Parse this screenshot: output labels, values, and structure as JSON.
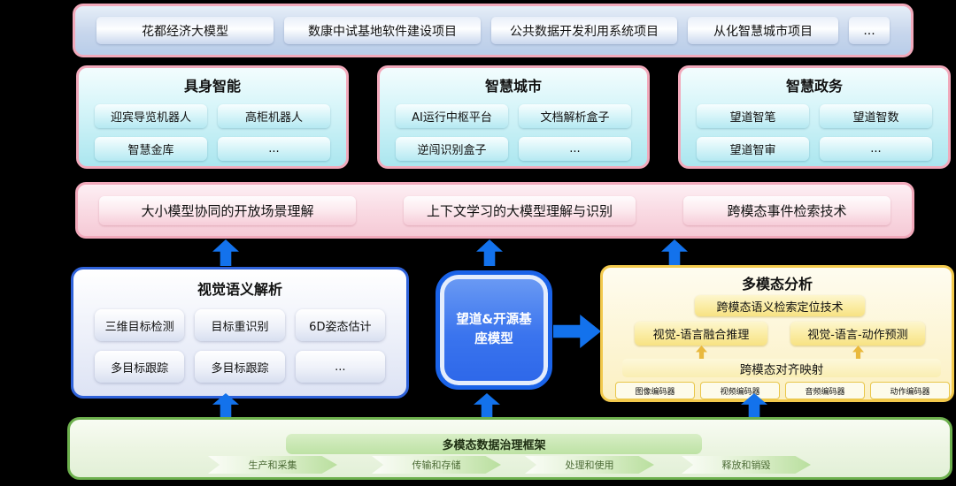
{
  "projects": {
    "items": [
      "花都经济大模型",
      "数康中试基地软件建设项目",
      "公共数据开发利用系统项目",
      "从化智慧城市项目",
      "..."
    ]
  },
  "domains": [
    {
      "title": "具身智能",
      "items": [
        "迎宾导览机器人",
        "高柜机器人",
        "智慧金库",
        "..."
      ]
    },
    {
      "title": "智慧城市",
      "items": [
        "AI运行中枢平台",
        "文档解析盒子",
        "逆闯识别盒子",
        "..."
      ]
    },
    {
      "title": "智慧政务",
      "items": [
        "望道智笔",
        "望道智数",
        "望道智审",
        "..."
      ]
    }
  ],
  "capabilities": {
    "items": [
      "大小模型协同的开放场景理解",
      "上下文学习的大模型理解与识别",
      "跨模态事件检索技术"
    ]
  },
  "vision": {
    "title": "视觉语义解析",
    "items": [
      "三维目标检测",
      "目标重识别",
      "6D姿态估计",
      "多目标跟踪",
      "多目标跟踪",
      "..."
    ]
  },
  "base_model": {
    "label": "望道&开源基座模型"
  },
  "multimodal": {
    "title": "多模态分析",
    "retrieval": "跨模态语义检索定位技术",
    "fusion": "视觉-语言融合推理",
    "action": "视觉-语言-动作预测",
    "alignment": "跨模态对齐映射",
    "encoders": [
      "图像编码器",
      "视频编码器",
      "音频编码器",
      "动作编码器"
    ]
  },
  "governance": {
    "title": "多模态数据治理框架",
    "stages": [
      "生产和采集",
      "传输和存储",
      "处理和使用",
      "释放和销毁"
    ]
  },
  "colors": {
    "background": "#000000",
    "pink_border": "#f2a9bb",
    "cyan_fill": "#abe6ef",
    "blue_border": "#2f62d9",
    "base_model_blue": "#1a63e8",
    "yellow_border": "#f2c94c",
    "green_border": "#6db04e",
    "arrow_blue": "#1372ec",
    "mini_arrow_yellow": "#e9b93d"
  }
}
